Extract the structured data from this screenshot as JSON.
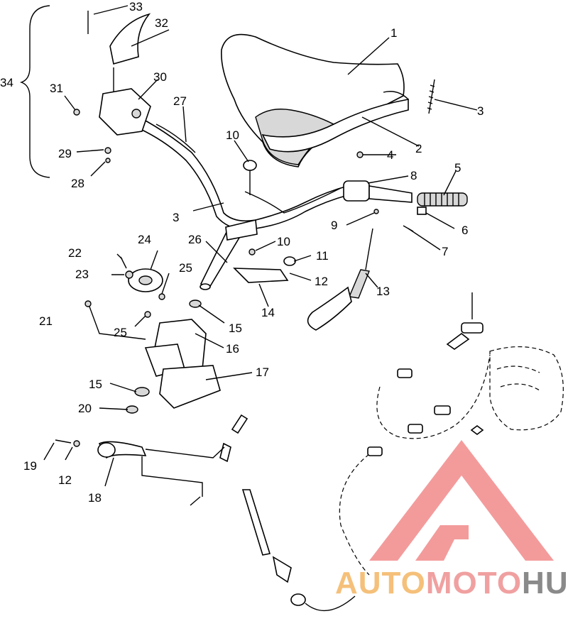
{
  "callouts": [
    {
      "id": "1",
      "text": "1"
    },
    {
      "id": "2",
      "text": "2"
    },
    {
      "id": "3a",
      "text": "3"
    },
    {
      "id": "3b",
      "text": "3"
    },
    {
      "id": "4",
      "text": "4"
    },
    {
      "id": "5",
      "text": "5"
    },
    {
      "id": "6",
      "text": "6"
    },
    {
      "id": "7",
      "text": "7"
    },
    {
      "id": "8",
      "text": "8"
    },
    {
      "id": "9",
      "text": "9"
    },
    {
      "id": "10a",
      "text": "10"
    },
    {
      "id": "10b",
      "text": "10"
    },
    {
      "id": "11",
      "text": "11"
    },
    {
      "id": "12a",
      "text": "12"
    },
    {
      "id": "12b",
      "text": "12"
    },
    {
      "id": "13",
      "text": "13"
    },
    {
      "id": "14",
      "text": "14"
    },
    {
      "id": "15a",
      "text": "15"
    },
    {
      "id": "15b",
      "text": "15"
    },
    {
      "id": "16",
      "text": "16"
    },
    {
      "id": "17",
      "text": "17"
    },
    {
      "id": "18",
      "text": "18"
    },
    {
      "id": "19",
      "text": "19"
    },
    {
      "id": "20",
      "text": "20"
    },
    {
      "id": "21",
      "text": "21"
    },
    {
      "id": "22",
      "text": "22"
    },
    {
      "id": "23",
      "text": "23"
    },
    {
      "id": "24",
      "text": "24"
    },
    {
      "id": "25a",
      "text": "25"
    },
    {
      "id": "25b",
      "text": "25"
    },
    {
      "id": "26",
      "text": "26"
    },
    {
      "id": "27",
      "text": "27"
    },
    {
      "id": "28",
      "text": "28"
    },
    {
      "id": "29",
      "text": "29"
    },
    {
      "id": "30",
      "text": "30"
    },
    {
      "id": "31",
      "text": "31"
    },
    {
      "id": "32",
      "text": "32"
    },
    {
      "id": "33",
      "text": "33"
    },
    {
      "id": "34",
      "text": "34"
    }
  ],
  "watermark": {
    "part1": "AUTO",
    "part2": "MOTO",
    "part3": "HUB",
    "color_auto": "#f5c07a",
    "color_moto": "#f0a0a0",
    "color_hub": "#8a8a8a",
    "logo_color": "#f28a8a"
  }
}
